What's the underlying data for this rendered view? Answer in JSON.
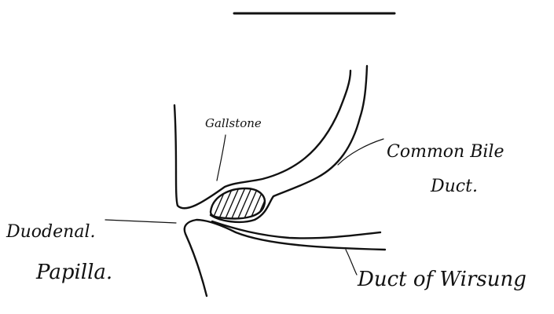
{
  "labels": {
    "gallstone": "Gallstone",
    "common_bile_duct_line1": "Common Bile",
    "common_bile_duct_line2": "Duct.",
    "duodenal_papilla_line1": "Duodenal.",
    "duodenal_papilla_line2": "Papilla.",
    "duct_of_wirsung": "Duct of Wirsung"
  },
  "colors": {
    "ink": "#111111",
    "background": "#ffffff"
  }
}
